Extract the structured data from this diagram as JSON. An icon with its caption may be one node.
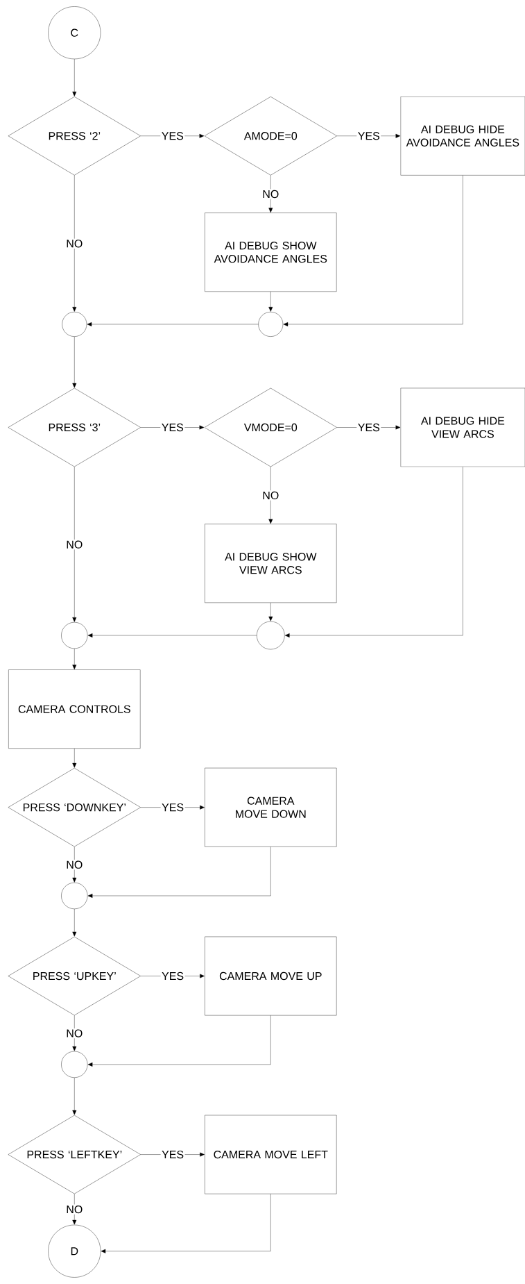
{
  "diagram": {
    "nodes": [
      {
        "text": [
          "C"
        ]
      },
      {
        "text": [
          "PRESS ‘2’"
        ]
      },
      {
        "text": [
          "AMODE=0"
        ]
      },
      {
        "text": [
          "AI DEBUG HIDE AVOIDANCE ANGLES"
        ]
      },
      {
        "text": [
          "AI DEBUG SHOW AVOIDANCE ANGLES"
        ]
      },
      {
        "text": [],
        "shape": "circle"
      },
      {
        "text": [],
        "shape": "circle"
      },
      {
        "text": [
          "PRESS ‘3’"
        ]
      },
      {
        "text": [
          "VMODE=0"
        ]
      },
      {
        "text": [
          "AI DEBUG HIDE VIEW ARCS"
        ]
      },
      {
        "text": [
          "AI DEBUG SHOW VIEW ARCS"
        ]
      },
      {
        "text": [],
        "shape": "circle"
      },
      {
        "text": [],
        "shape": "circle"
      },
      {
        "text": [
          "CAMERA CONTROLS"
        ]
      },
      {
        "text": [
          "PRESS ‘DOWNKEY’"
        ]
      },
      {
        "text": [
          "CAMERA MOVE DOWN"
        ]
      },
      {
        "text": [],
        "shape": "circle"
      },
      {
        "text": [
          "PRESS ‘UPKEY’"
        ]
      },
      {
        "text": [
          "CAMERA MOVE UP"
        ]
      },
      {
        "text": [],
        "shape": "circle"
      },
      {
        "text": [
          "PRESS ‘LEFTKEY’"
        ]
      },
      {
        "text": [
          "CAMERA MOVE LEFT"
        ]
      },
      {
        "text": [
          "D"
        ]
      }
    ],
    "edges": [
      {
        "from": 0,
        "to": 1,
        "arrow": "to"
      },
      {
        "from": 1,
        "to": 2,
        "arrow": "to",
        "label": "YES"
      },
      {
        "from": 2,
        "to": 3,
        "arrow": "to",
        "label": "YES"
      },
      {
        "from": 2,
        "to": 4,
        "arrow": "to",
        "label": "NO"
      },
      {
        "from": 1,
        "to": 5,
        "arrow": "to",
        "label": "NO"
      },
      {
        "from": 4,
        "to": 6,
        "arrow": "to"
      },
      {
        "from": 3,
        "to": 6,
        "arrow": "to"
      },
      {
        "from": 6,
        "to": 5,
        "arrow": "to"
      },
      {
        "from": 5,
        "to": 7,
        "arrow": "to"
      },
      {
        "from": 7,
        "to": 8,
        "arrow": "to",
        "label": "YES"
      },
      {
        "from": 8,
        "to": 9,
        "arrow": "to",
        "label": "YES"
      },
      {
        "from": 8,
        "to": 10,
        "arrow": "to",
        "label": "NO"
      },
      {
        "from": 7,
        "to": 11,
        "arrow": "to",
        "label": "NO"
      },
      {
        "from": 10,
        "to": 12,
        "arrow": "to"
      },
      {
        "from": 9,
        "to": 12,
        "arrow": "to"
      },
      {
        "from": 12,
        "to": 11,
        "arrow": "to"
      },
      {
        "from": 11,
        "to": 13,
        "arrow": "to"
      },
      {
        "from": 13,
        "to": 14,
        "arrow": "to"
      },
      {
        "from": 14,
        "to": 15,
        "arrow": "to",
        "label": "YES"
      },
      {
        "from": 14,
        "to": 16,
        "arrow": "to",
        "label": "NO"
      },
      {
        "from": 15,
        "to": 16,
        "arrow": "to"
      },
      {
        "from": 16,
        "to": 17,
        "arrow": "to"
      },
      {
        "from": 17,
        "to": 18,
        "arrow": "to",
        "label": "YES"
      },
      {
        "from": 17,
        "to": 19,
        "arrow": "to",
        "label": "NO"
      },
      {
        "from": 18,
        "to": 19,
        "arrow": "to"
      },
      {
        "from": 19,
        "to": 20,
        "arrow": "to"
      },
      {
        "from": 20,
        "to": 21,
        "arrow": "to",
        "label": "YES"
      },
      {
        "from": 20,
        "to": 22,
        "arrow": "to",
        "label": "NO"
      },
      {
        "from": 21,
        "to": 22,
        "arrow": "to"
      }
    ]
  }
}
